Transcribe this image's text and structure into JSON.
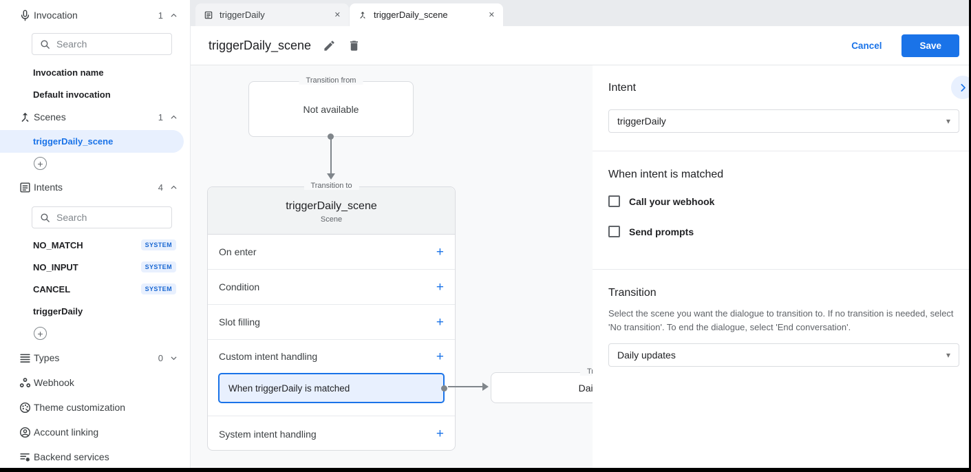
{
  "icons": {
    "plus": "+",
    "close": "✕",
    "caret": "▾"
  },
  "colors": {
    "accent": "#1a73e8",
    "accent_light": "#e8f0fe",
    "badge_text": "#1967d2"
  },
  "sidebar": {
    "invocation": {
      "label": "Invocation",
      "count": "1",
      "search_placeholder": "Search",
      "items": [
        {
          "label": "Invocation name"
        },
        {
          "label": "Default invocation"
        }
      ]
    },
    "scenes": {
      "label": "Scenes",
      "count": "1",
      "selected_item": "triggerDaily_scene"
    },
    "intents": {
      "label": "Intents",
      "count": "4",
      "search_placeholder": "Search",
      "items": [
        {
          "label": "NO_MATCH",
          "badge": "SYSTEM"
        },
        {
          "label": "NO_INPUT",
          "badge": "SYSTEM"
        },
        {
          "label": "CANCEL",
          "badge": "SYSTEM"
        },
        {
          "label": "triggerDaily",
          "badge": ""
        }
      ]
    },
    "types": {
      "label": "Types",
      "count": "0"
    },
    "links": [
      {
        "label": "Webhook"
      },
      {
        "label": "Theme customization"
      },
      {
        "label": "Account linking"
      },
      {
        "label": "Backend services"
      }
    ]
  },
  "tabs": [
    {
      "label": "triggerDaily"
    },
    {
      "label": "triggerDaily_scene"
    }
  ],
  "header": {
    "title": "triggerDaily_scene",
    "cancel": "Cancel",
    "save": "Save"
  },
  "canvas": {
    "from_box": {
      "legend": "Transition from",
      "text": "Not available"
    },
    "scene_box": {
      "legend": "Transition to",
      "title": "triggerDaily_scene",
      "type": "Scene",
      "rows": [
        {
          "label": "On enter"
        },
        {
          "label": "Condition"
        },
        {
          "label": "Slot filling"
        },
        {
          "label": "Custom intent handling"
        },
        {
          "label": "System intent handling"
        }
      ],
      "handler": "When triggerDaily is matched"
    },
    "target_box": {
      "legend": "Transition to",
      "text": "Daily updates"
    }
  },
  "panel": {
    "intent": {
      "heading": "Intent",
      "value": "triggerDaily"
    },
    "matched": {
      "heading": "When intent is matched",
      "options": [
        {
          "label": "Call your webhook"
        },
        {
          "label": "Send prompts"
        }
      ]
    },
    "transition": {
      "heading": "Transition",
      "description": "Select the scene you want the dialogue to transition to. If no transition is needed, select 'No transition'. To end the dialogue, select 'End conversation'.",
      "value": "Daily updates"
    }
  }
}
